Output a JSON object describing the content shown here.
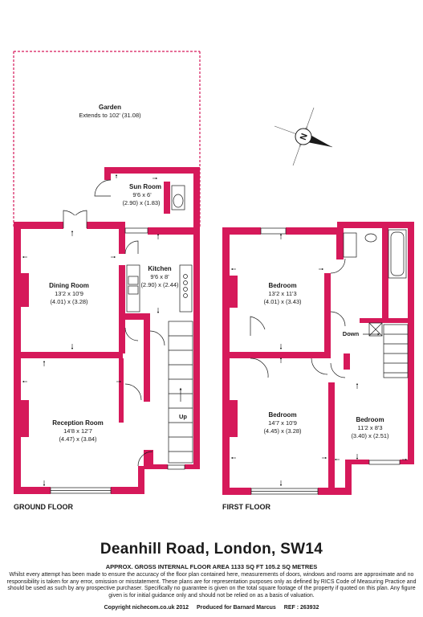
{
  "rooms": {
    "garden": {
      "name": "Garden",
      "dim": "Extends to 102' (31.08)"
    },
    "sun_room": {
      "name": "Sun Room",
      "dim_imperial": "9'6 x 6'",
      "dim_metric": "(2.90) x (1.83)"
    },
    "kitchen": {
      "name": "Kitchen",
      "dim_imperial": "9'6 x 8'",
      "dim_metric": "(2.90) x (2.44)"
    },
    "dining_room": {
      "name": "Dining Room",
      "dim_imperial": "13'2 x 10'9",
      "dim_metric": "(4.01) x (3.28)"
    },
    "reception_room": {
      "name": "Reception Room",
      "dim_imperial": "14'8 x 12'7",
      "dim_metric": "(4.47) x (3.84)"
    },
    "bedroom1": {
      "name": "Bedroom",
      "dim_imperial": "13'2 x 11'3",
      "dim_metric": "(4.01) x (3.43)"
    },
    "bedroom2": {
      "name": "Bedroom",
      "dim_imperial": "14'7 x 10'9",
      "dim_metric": "(4.45) x (3.28)"
    },
    "bedroom3": {
      "name": "Bedroom",
      "dim_imperial": "11'2 x 8'3",
      "dim_metric": "(3.40) x (2.51)"
    }
  },
  "stairs": {
    "up": "Up",
    "down": "Down"
  },
  "floors": {
    "ground": "GROUND FLOOR",
    "first": "FIRST FLOOR"
  },
  "compass": {
    "letter": "N"
  },
  "address": "Deanhill Road, London, SW14",
  "area": "APPROX. GROSS INTERNAL FLOOR AREA 1133 SQ FT 105.2 SQ METRES",
  "disclaimer": "Whilst every attempt has been made to ensure the accuracy of the floor plan contained here, measurements of doors, windows and rooms are approximate and no responsibility is taken for any error, omission or misstatement. These plans are for representation purposes only as defined by RICS Code of Measuring Practice and should be used as such by any prospective purchaser.  Specifically no guarantee is given on the total square footage of the property if quoted on this plan. Any figure given is for initial guidance only and should not be relied on as a basis of valuation.",
  "copyright": {
    "text": "Copyright nichecom.co.uk 2012",
    "produced": "Produced for Barnard Marcus",
    "ref": "REF : 263932"
  },
  "colors": {
    "wall": "#d6195a",
    "boundary": "#d6195a",
    "ink": "#1a1a1a"
  }
}
